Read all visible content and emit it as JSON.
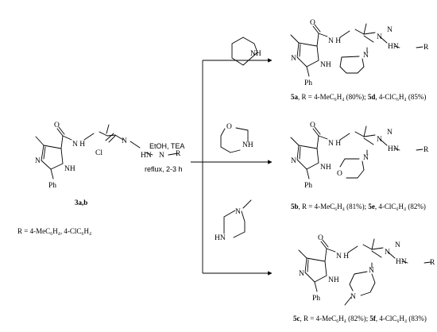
{
  "conditions": {
    "line1": "EtOH, TEA",
    "line2": "reflux, 2-3 h"
  },
  "reactant": {
    "label": "3a,b",
    "r_def": "R = 4-MeC₆H₄, 4-ClC₆H₄",
    "atoms": {
      "o": "O",
      "nh_chain": "N H",
      "n_imine": "N",
      "cl": "Cl",
      "nhnh": "HN",
      "n_hyd": "N",
      "r": "R",
      "n_ring": "N",
      "nh_ring": "NH",
      "ph": "Ph"
    }
  },
  "reagents": {
    "piperidine": {
      "nh": "NH"
    },
    "morpholine": {
      "o": "O",
      "nh": "NH"
    },
    "methylpiperazine": {
      "n": "N",
      "hn": "HN"
    }
  },
  "products": [
    {
      "id": "5a-5d",
      "atoms": {
        "o": "O",
        "nh_chain": "N H",
        "n_imine": "N",
        "n_amine": "N",
        "n_hyd": "N",
        "nhnh": "HN",
        "r": "R",
        "n_ring": "N",
        "nh_ring": "NH",
        "ph": "Ph"
      },
      "caption": {
        "label1": "5a",
        "desc1": ", R = 4-MeC₆H₄ (80%); ",
        "label2": "5d",
        "desc2": ", 4-ClC₆H₄ (85%)"
      }
    },
    {
      "id": "5b-5e",
      "atoms": {
        "o": "O",
        "nh_chain": "N H",
        "n_imine": "N",
        "n_amine": "N",
        "o_ring": "O",
        "n_hyd": "N",
        "nhnh": "HN",
        "r": "R",
        "n_ring": "N",
        "nh_ring": "NH",
        "ph": "Ph"
      },
      "caption": {
        "label1": "5b",
        "desc1": ", R = 4-MeC₆H₄ (81%); ",
        "label2": "5e",
        "desc2": ", 4-ClC₆H₄ (82%)"
      }
    },
    {
      "id": "5c-5f",
      "atoms": {
        "o": "O",
        "nh_chain": "N H",
        "n_imine": "N",
        "n_amine": "N",
        "n_methyl": "N",
        "n_hyd": "N",
        "nhnh": "HN",
        "r": "R",
        "n_ring": "N",
        "nh_ring": "NH",
        "ph": "Ph"
      },
      "caption": {
        "label1": "5c",
        "desc1": ", R = 4-MeC₆H₄ (82%); ",
        "label2": "5f",
        "desc2": ", 4-ClC₆H₄ (83%)"
      }
    }
  ]
}
